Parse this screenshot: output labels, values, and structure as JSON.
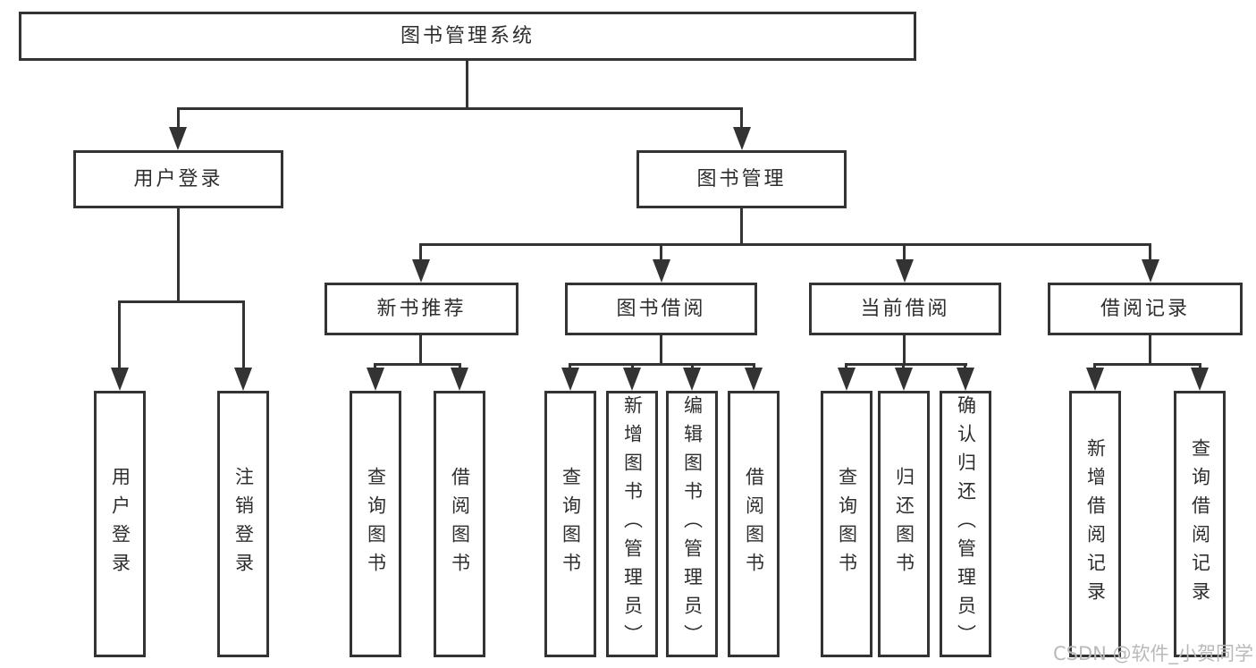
{
  "diagram": {
    "root": {
      "label": "图书管理系统"
    },
    "user_login": {
      "label": "用户登录",
      "children": [
        {
          "label": "用户登录"
        },
        {
          "label": "注销登录"
        }
      ]
    },
    "book_management": {
      "label": "图书管理",
      "sections": [
        {
          "label": "新书推荐",
          "children": [
            {
              "label": "查询图书"
            },
            {
              "label": "借阅图书"
            }
          ]
        },
        {
          "label": "图书借阅",
          "children": [
            {
              "label": "查询图书"
            },
            {
              "label": "新增图书（管理员）"
            },
            {
              "label": "编辑图书（管理员）"
            },
            {
              "label": "借阅图书"
            }
          ]
        },
        {
          "label": "当前借阅",
          "children": [
            {
              "label": "查询图书"
            },
            {
              "label": "归还图书"
            },
            {
              "label": "确认归还（管理员）"
            }
          ]
        },
        {
          "label": "借阅记录",
          "children": [
            {
              "label": "新增借阅记录"
            },
            {
              "label": "查询借阅记录"
            }
          ]
        }
      ]
    }
  },
  "watermark": {
    "text": "CSDN @软件_小贺同学"
  },
  "colors": {
    "line": "#333333",
    "text": "#2e2e2e",
    "watermark": "#b9b9b9",
    "background": "#ffffff"
  }
}
